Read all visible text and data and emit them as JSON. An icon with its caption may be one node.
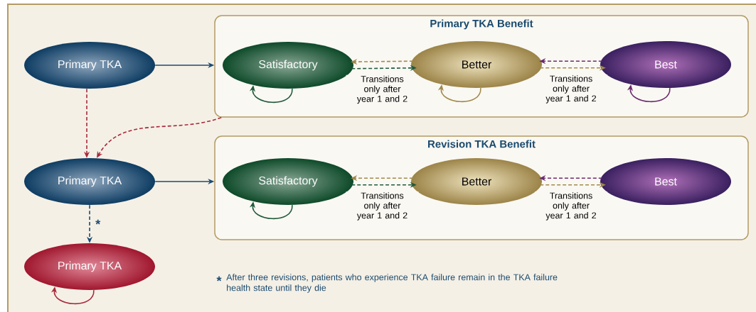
{
  "diagram": {
    "nodes": [
      {
        "text": [
          "Primary TKA"
        ]
      },
      {
        "text": [
          "Primary TKA Benefit"
        ]
      },
      {
        "text": [
          "Satisfactory"
        ],
        "in": 1
      },
      {
        "text": [
          "Better"
        ],
        "in": 1
      },
      {
        "text": [
          "Best"
        ],
        "in": 1
      },
      {
        "text": [
          "Primary TKA"
        ]
      },
      {
        "text": [
          "Revision TKA Benefit"
        ]
      },
      {
        "text": [
          "Satisfactory"
        ],
        "in": 6
      },
      {
        "text": [
          "Better"
        ],
        "in": 6
      },
      {
        "text": [
          "Best"
        ],
        "in": 6
      },
      {
        "text": [
          "Primary TKA"
        ]
      }
    ],
    "edges": [
      {
        "from": 0,
        "to": 1,
        "arrow": "to",
        "color": "#1b4a72"
      },
      {
        "from": 3,
        "to": 2,
        "arrow": "to",
        "style": "dashed",
        "color": "#a08a4a"
      },
      {
        "from": 2,
        "to": 3,
        "arrow": "to",
        "style": "dashed",
        "color": "#1f5a3a",
        "label": "Transitions only after year 1 and 2"
      },
      {
        "from": 4,
        "to": 3,
        "arrow": "to",
        "style": "dashed",
        "color": "#6a2a6e"
      },
      {
        "from": 3,
        "to": 4,
        "arrow": "to",
        "style": "dashed",
        "color": "#a08a4a",
        "label": "Transitions only after year 1 and 2"
      },
      {
        "from": 2,
        "to": 2,
        "arrow": "to",
        "color": "#1f5a3a"
      },
      {
        "from": 3,
        "to": 3,
        "arrow": "to",
        "color": "#a08a4a"
      },
      {
        "from": 4,
        "to": 4,
        "arrow": "to",
        "color": "#6a2a6e"
      },
      {
        "from": 0,
        "to": 5,
        "arrow": "to",
        "style": "dashed",
        "color": "#a82a3a"
      },
      {
        "from": 1,
        "to": 5,
        "arrow": "to",
        "style": "dashed",
        "color": "#a82a3a"
      },
      {
        "from": 5,
        "to": 6,
        "arrow": "to",
        "color": "#1b4a72"
      },
      {
        "from": 8,
        "to": 7,
        "arrow": "to",
        "style": "dashed",
        "color": "#a08a4a"
      },
      {
        "from": 7,
        "to": 8,
        "arrow": "to",
        "style": "dashed",
        "color": "#1f5a3a",
        "label": "Transitions only after year 1 and 2"
      },
      {
        "from": 9,
        "to": 8,
        "arrow": "to",
        "style": "dashed",
        "color": "#6a2a6e"
      },
      {
        "from": 8,
        "to": 9,
        "arrow": "to",
        "style": "dashed",
        "color": "#a08a4a",
        "label": "Transitions only after year 1 and 2"
      },
      {
        "from": 7,
        "to": 7,
        "arrow": "to",
        "color": "#1f5a3a"
      },
      {
        "from": 5,
        "to": 10,
        "arrow": "to",
        "style": "dashed",
        "color": "#1b4a72",
        "label": "*"
      },
      {
        "from": 10,
        "to": 10,
        "arrow": "to",
        "color": "#a82a3a"
      }
    ],
    "labels": [
      "*",
      "After three revisions, patients who experience TKA failure remain in the TKA failure health state until they die"
    ]
  }
}
